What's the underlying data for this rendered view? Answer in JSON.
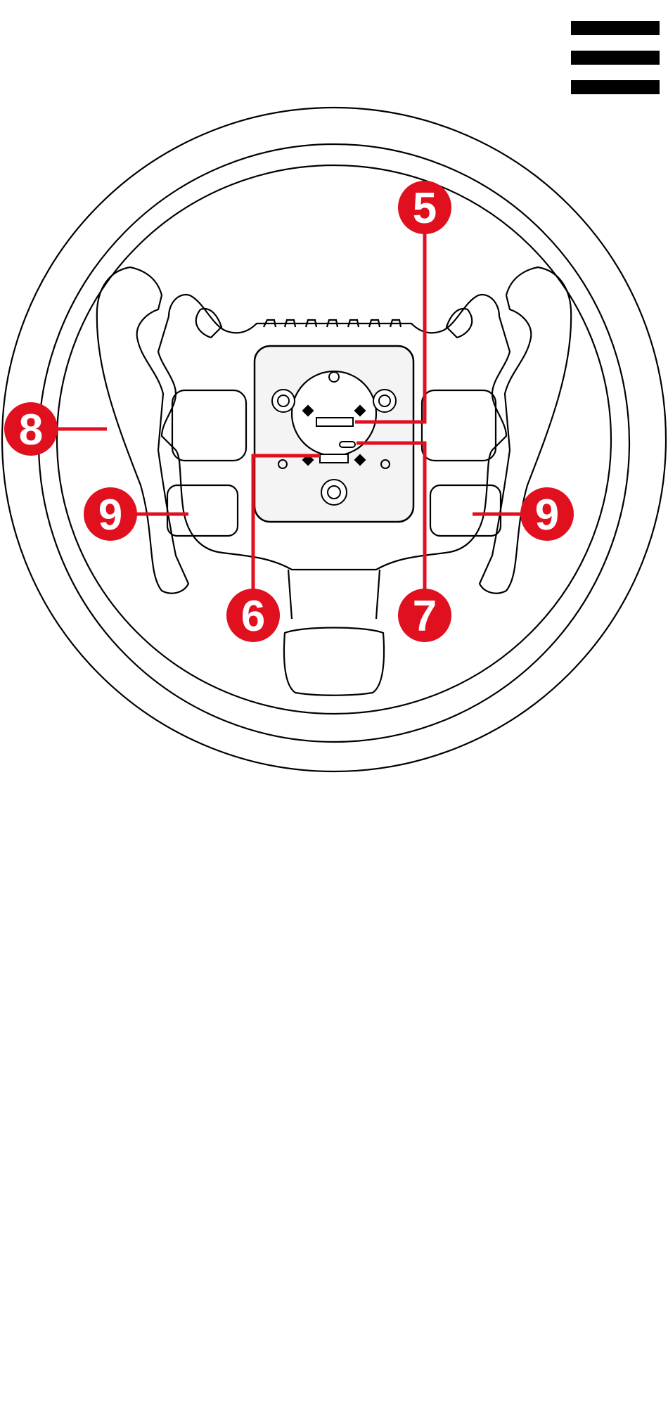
{
  "menu": {
    "icon": "hamburger-menu-icon"
  },
  "diagram": {
    "accent_color": "#e0101f",
    "callouts": [
      {
        "id": "callout-5",
        "label": "5"
      },
      {
        "id": "callout-6",
        "label": "6"
      },
      {
        "id": "callout-7",
        "label": "7"
      },
      {
        "id": "callout-8",
        "label": "8"
      },
      {
        "id": "callout-9-left",
        "label": "9"
      },
      {
        "id": "callout-9-right",
        "label": "9"
      }
    ]
  }
}
